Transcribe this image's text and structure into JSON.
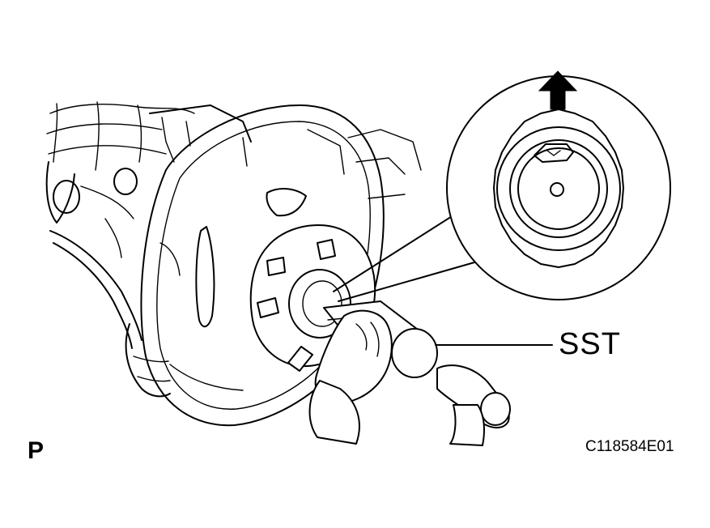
{
  "labels": {
    "tool": "SST",
    "corner_mark": "P",
    "figure_code": "C118584E01"
  },
  "colors": {
    "ink": "#000000",
    "paper": "#ffffff"
  },
  "icons": {
    "direction_arrow": "arrow-up-icon"
  }
}
